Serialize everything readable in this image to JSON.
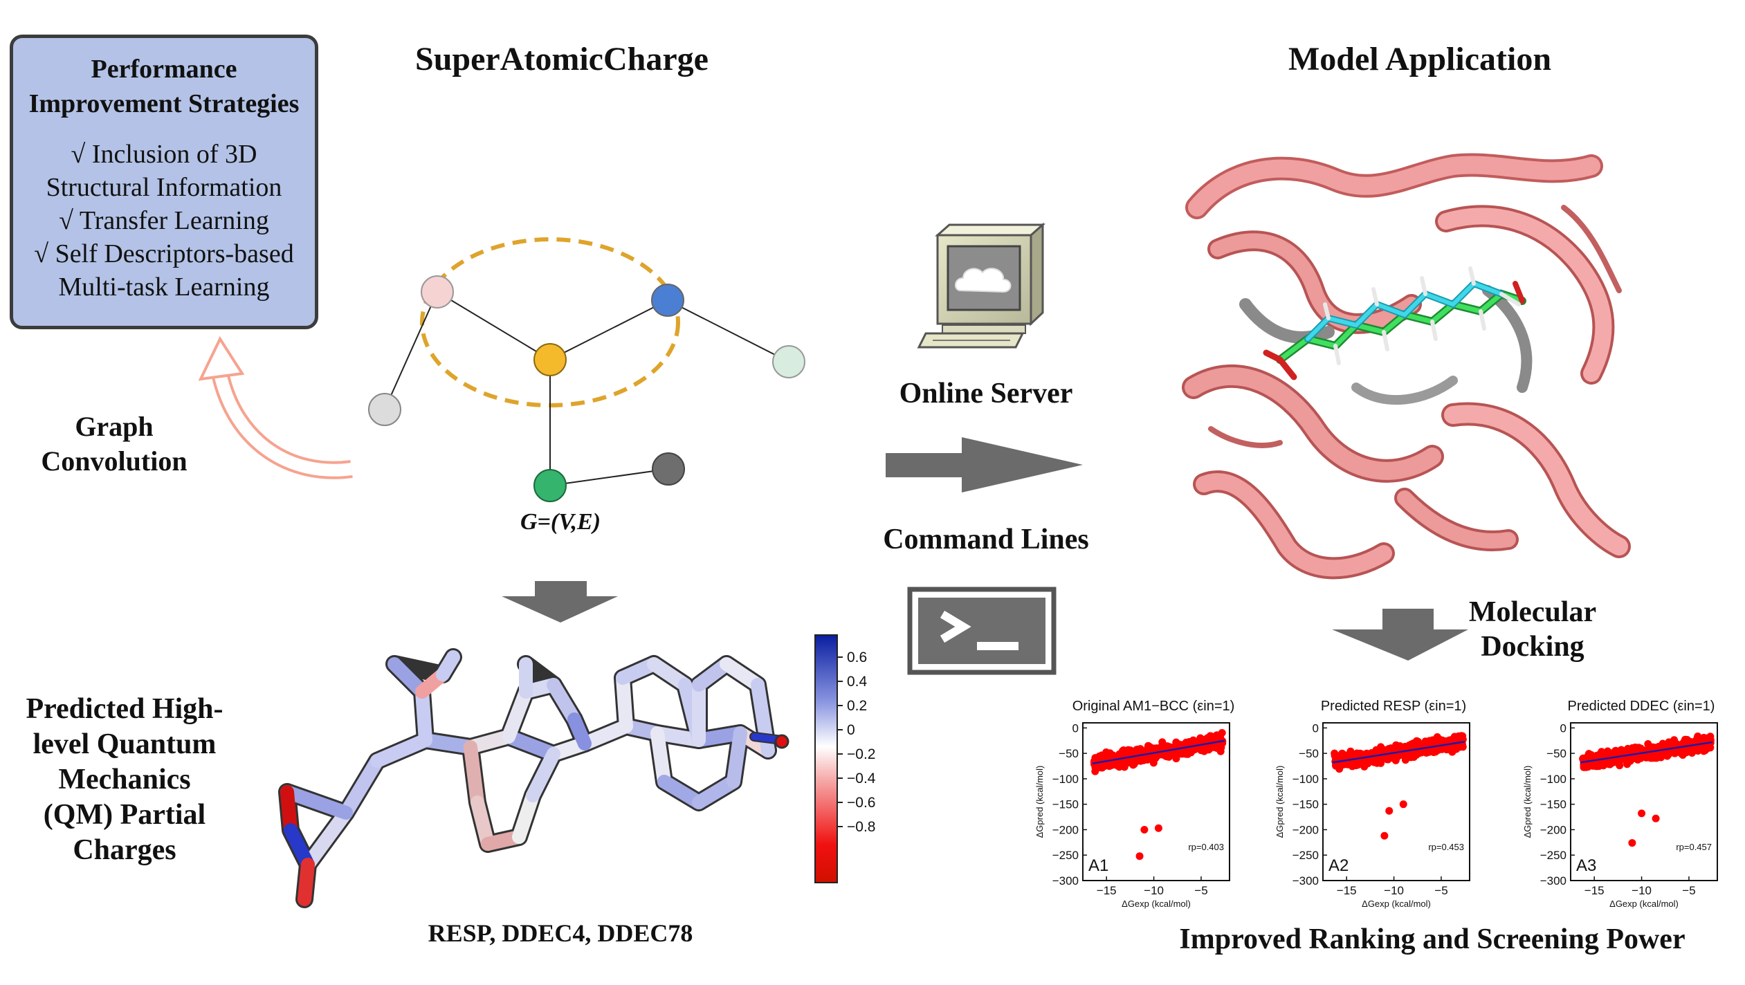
{
  "left_box": {
    "heading_line1": "Performance",
    "heading_line2": "Improvement Strategies",
    "items": [
      "√ Inclusion of 3D",
      "Structural Information",
      "√ Transfer Learning",
      "√  Self Descriptors-based",
      "Multi-task Learning"
    ]
  },
  "titles": {
    "left": "SuperAtomicCharge",
    "right": "Model  Application"
  },
  "graph": {
    "formula": "G=(V,E)",
    "label_line1": "Graph",
    "label_line2": "Convolution",
    "node_colors": [
      "#f6d3d3",
      "#4a7fd4",
      "#f5b92c",
      "#d8ece0",
      "#dcdcdc",
      "#35b46d",
      "#6e6e6e"
    ],
    "ellipse_color": "#dea42b"
  },
  "predicted": {
    "lines": [
      "Predicted High-",
      "level Quantum",
      "Mechanics",
      "(QM) Partial",
      "Charges"
    ],
    "methods": "RESP, DDEC4, DDEC78"
  },
  "colorbar": {
    "ticks": [
      "0.6",
      "0.4",
      "0.2",
      "0",
      "−0.2",
      "−0.4",
      "−0.6",
      "−0.8"
    ],
    "top_color": "#1428b4",
    "mid_color": "#ffffff",
    "bottom_color": "#e60000"
  },
  "middle": {
    "online_server": "Online Server",
    "command_lines": "Command Lines",
    "terminal_symbol": ">_"
  },
  "docking": {
    "line1": "Molecular",
    "line2": "Docking",
    "footer": "Improved Ranking and Screening Power"
  },
  "chart_data": [
    {
      "type": "scatter",
      "title": "Original AM1−BCC (εin=1)",
      "panel": "A1",
      "rp": "rp=0.403",
      "xlabel": "ΔGexp (kcal/mol)",
      "ylabel": "ΔGpred (kcal/mol)",
      "xticks": [
        "−15",
        "−10",
        "−5"
      ],
      "yticks": [
        "0",
        "−50",
        "−100",
        "−150",
        "−200",
        "−250",
        "−300"
      ],
      "xlim": [
        -17.5,
        -2
      ],
      "ylim": [
        -300,
        10
      ],
      "fit": {
        "x1": -16.5,
        "y1": -70,
        "x2": -2.5,
        "y2": -25
      },
      "outliers": [
        [
          -11,
          -200
        ],
        [
          -9.5,
          -197
        ],
        [
          -11.5,
          -252
        ]
      ]
    },
    {
      "type": "scatter",
      "title": "Predicted RESP (εin=1)",
      "panel": "A2",
      "rp": "rp=0.453",
      "xlabel": "ΔGexp (kcal/mol)",
      "ylabel": "ΔGpred (kcal/mol)",
      "xticks": [
        "−15",
        "−10",
        "−5"
      ],
      "yticks": [
        "0",
        "−50",
        "−100",
        "−150",
        "−200",
        "−250",
        "−300"
      ],
      "xlim": [
        -17.5,
        -2
      ],
      "ylim": [
        -300,
        10
      ],
      "fit": {
        "x1": -16.5,
        "y1": -68,
        "x2": -2.5,
        "y2": -27
      },
      "outliers": [
        [
          -9,
          -150
        ],
        [
          -10.5,
          -163
        ],
        [
          -11,
          -212
        ]
      ]
    },
    {
      "type": "scatter",
      "title": "Predicted DDEC (εin=1)",
      "panel": "A3",
      "rp": "rp=0.457",
      "xlabel": "ΔGexp (kcal/mol)",
      "ylabel": "ΔGpred (kcal/mol)",
      "xticks": [
        "−15",
        "−10",
        "−5"
      ],
      "yticks": [
        "0",
        "−50",
        "−100",
        "−150",
        "−200",
        "−250",
        "−300"
      ],
      "xlim": [
        -17.5,
        -2
      ],
      "ylim": [
        -300,
        10
      ],
      "fit": {
        "x1": -16.5,
        "y1": -68,
        "x2": -2.5,
        "y2": -28
      },
      "outliers": [
        [
          -10,
          -168
        ],
        [
          -8.5,
          -178
        ],
        [
          -11,
          -226
        ]
      ]
    }
  ]
}
